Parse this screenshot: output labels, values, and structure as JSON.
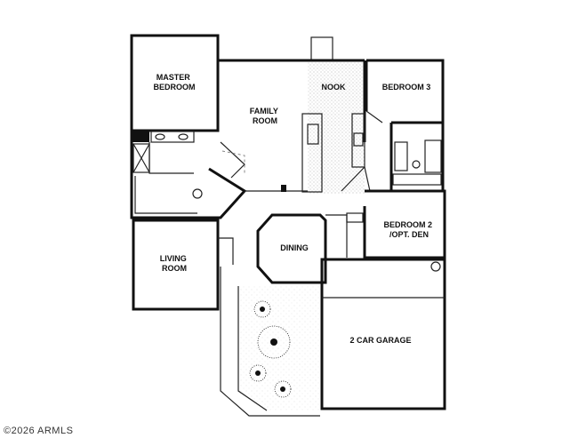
{
  "rooms": {
    "master_bedroom": [
      "MASTER",
      "BEDROOM"
    ],
    "family_room": [
      "FAMILY",
      "ROOM"
    ],
    "nook": [
      "NOOK"
    ],
    "bedroom3": [
      "BEDROOM 3"
    ],
    "bedroom2": [
      "BEDROOM 2",
      "/OPT. DEN"
    ],
    "living_room": [
      "LIVING",
      "ROOM"
    ],
    "dining": [
      "DINING"
    ],
    "garage": [
      "2 CAR GARAGE"
    ]
  },
  "copyright": "©2026 ARMLS"
}
